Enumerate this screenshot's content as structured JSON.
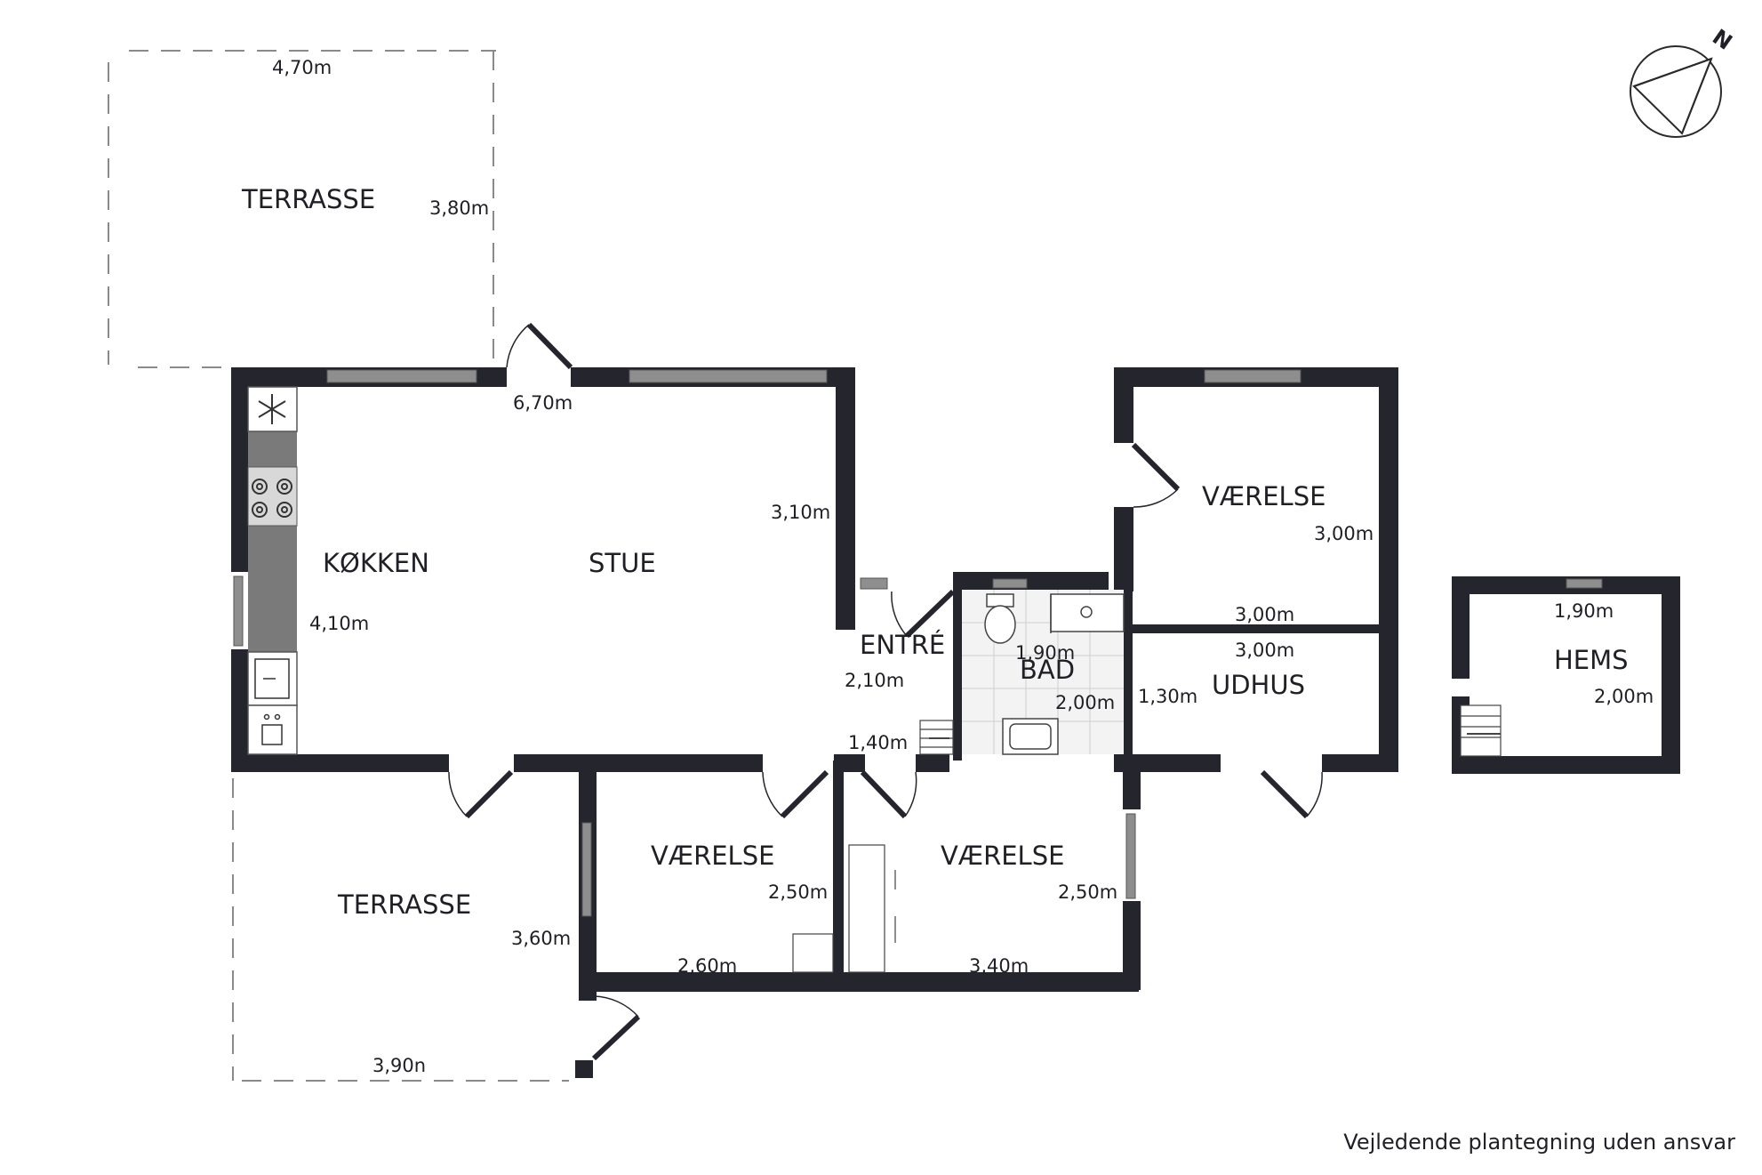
{
  "rooms": {
    "terrasse_top": "TERRASSE",
    "kokken": "KØKKEN",
    "stue": "STUE",
    "entre": "ENTRÉ",
    "bad": "BAD",
    "vaerelse_ne": "VÆRELSE",
    "udhus": "UDHUS",
    "hems": "HEMS",
    "vaerelse_sw": "VÆRELSE",
    "vaerelse_s": "VÆRELSE",
    "terrasse_bottom": "TERRASSE"
  },
  "dimensions": {
    "terrasse_top_w": "4,70m",
    "terrasse_top_h": "3,80m",
    "stue_w": "6,70m",
    "stue_h": "3,10m",
    "kokken_h": "4,10m",
    "entre_w": "2,10m",
    "entre_h": "1,40m",
    "bad_w": "1,90m",
    "bad_h": "2,00m",
    "vaerelse_ne_h": "3,00m",
    "vaerelse_ne_w": "3,00m",
    "udhus_w": "3,00m",
    "udhus_h": "1,30m",
    "hems_w": "1,90m",
    "hems_h": "2,00m",
    "vaerelse_sw_h": "2,50m",
    "vaerelse_sw_w": "2,60m",
    "vaerelse_s_h": "2,50m",
    "vaerelse_s_w": "3,40m",
    "terrasse_bottom_h": "3,60m",
    "terrasse_bottom_w": "3,90n"
  },
  "compass": {
    "label": "N"
  },
  "disclaimer": "Vejledende plantegning uden ansvar",
  "colors": {
    "wall": "#25252d",
    "window": "#8e8e8e",
    "line": "#2a2a2a"
  }
}
